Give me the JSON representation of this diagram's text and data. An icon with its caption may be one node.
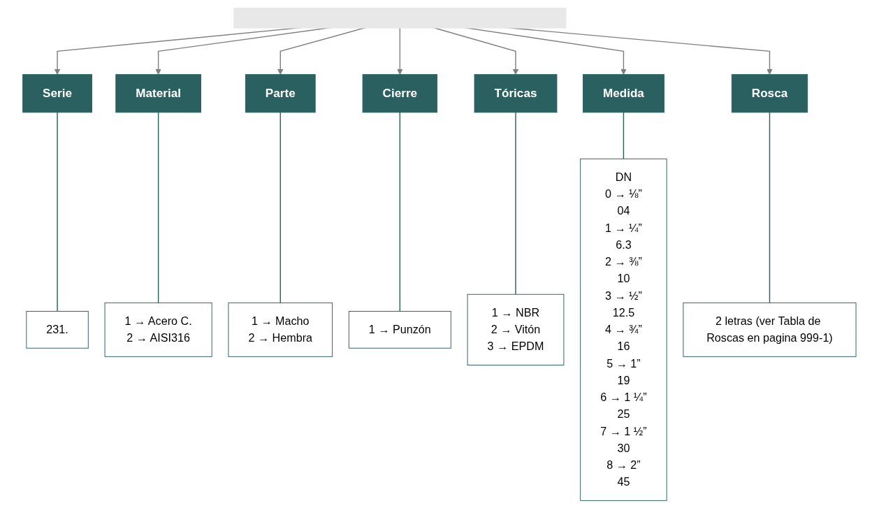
{
  "diagram": {
    "nodes": [
      {
        "text": [],
        "shape": "box"
      },
      {
        "text": [
          "Serie"
        ]
      },
      {
        "text": [
          "Material"
        ]
      },
      {
        "text": [
          "Parte"
        ]
      },
      {
        "text": [
          "Cierre"
        ]
      },
      {
        "text": [
          "Tóricas"
        ]
      },
      {
        "text": [
          "Medida"
        ]
      },
      {
        "text": [
          "Rosca"
        ]
      },
      {
        "text": [
          "231."
        ]
      },
      {
        "text": [
          "1 → Acero C.",
          "2 → AISI316"
        ]
      },
      {
        "text": [
          "1 → Macho",
          "2 → Hembra"
        ]
      },
      {
        "text": [
          "1 → Punzón"
        ]
      },
      {
        "text": [
          "1 → NBR",
          "2 → Vitón",
          "3 → EPDM"
        ]
      },
      {
        "text": [
          "DN",
          "0 → ⅛”",
          "04",
          "1 → ¼”",
          "6.3",
          "2 → ⅜”",
          "10",
          "3 → ½”",
          "12.5",
          "4 → ¾”",
          "16",
          "5 → 1”",
          "19",
          "6 → 1 ¼”",
          "25",
          "7 → 1 ½”",
          "30",
          "8 → 2”",
          "45"
        ]
      },
      {
        "text": [
          "2 letras (ver Tabla de Roscas en pagina 999-1)"
        ]
      }
    ],
    "edges": [
      {
        "from": 0,
        "to": 1,
        "arrow": "to"
      },
      {
        "from": 0,
        "to": 2,
        "arrow": "to"
      },
      {
        "from": 0,
        "to": 3,
        "arrow": "to"
      },
      {
        "from": 0,
        "to": 4,
        "arrow": "to"
      },
      {
        "from": 0,
        "to": 5,
        "arrow": "to"
      },
      {
        "from": 0,
        "to": 6,
        "arrow": "to"
      },
      {
        "from": 0,
        "to": 7,
        "arrow": "to"
      },
      {
        "from": 1,
        "to": 8,
        "arrow": "none",
        "color": "#2a6060"
      },
      {
        "from": 2,
        "to": 9,
        "arrow": "none",
        "color": "#2a6060"
      },
      {
        "from": 3,
        "to": 10,
        "arrow": "none",
        "color": "#2a6060"
      },
      {
        "from": 4,
        "to": 11,
        "arrow": "none",
        "color": "#2a6060"
      },
      {
        "from": 5,
        "to": 12,
        "arrow": "none",
        "color": "#2a6060"
      },
      {
        "from": 6,
        "to": 13,
        "arrow": "none",
        "color": "#2a6060"
      },
      {
        "from": 7,
        "to": 14,
        "arrow": "none",
        "color": "#2a6060"
      }
    ]
  }
}
